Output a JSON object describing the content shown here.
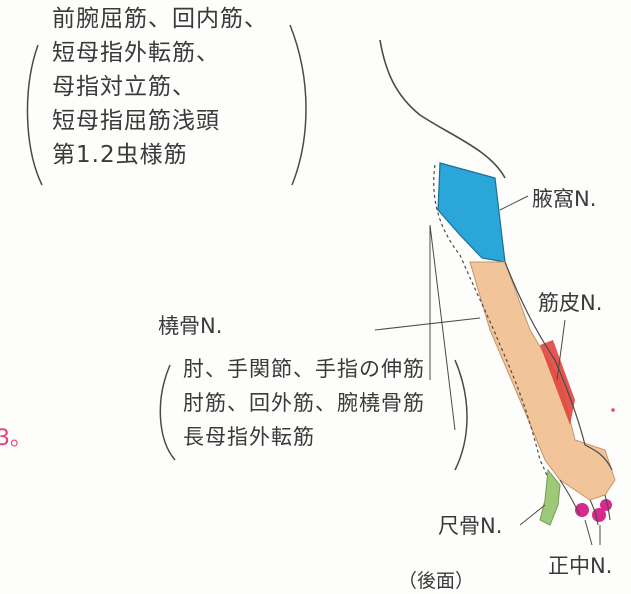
{
  "musculocutaneous_note": {
    "lines": [
      "前腕屈筋、回内筋、",
      "短母指外転筋、",
      "母指対立筋、",
      "短母指屈筋浅頭",
      "第1.2虫様筋"
    ]
  },
  "radial_note": {
    "title": "橈骨N.",
    "lines": [
      "肘、手関節、手指の伸筋",
      "肘筋、回外筋、腕橈骨筋",
      "長母指外転筋"
    ]
  },
  "nerve_labels": {
    "axillary": "腋窩N.",
    "musculocutaneous": "筋皮N.",
    "ulnar": "尺骨N.",
    "median": "正中N."
  },
  "view_caption": "（後面）",
  "edge_mark": "3。",
  "colors": {
    "axillary_region": "#2aa6d8",
    "arm_skin": "#f2c49a",
    "muscle_red": "#e0453d",
    "ulnar_green": "#9ec87a",
    "median_magenta": "#d62a8c",
    "ink": "#3a3a3a",
    "stray_pink": "#e8407a"
  }
}
